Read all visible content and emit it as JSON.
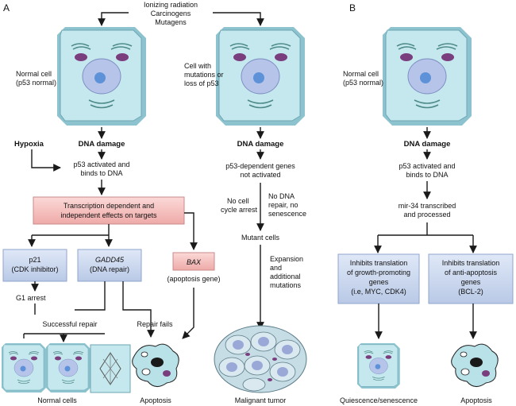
{
  "panel_a": "A",
  "panel_b": "B",
  "top_causes": [
    "Ionizing radiation",
    "Carcinogens",
    "Mutagens"
  ],
  "normal_cell_label": [
    "Normal cell",
    "(p53 normal)"
  ],
  "mutant_cell_label": [
    "Cell with",
    "mutations or",
    "loss of p53"
  ],
  "dna_damage": "DNA damage",
  "hypoxia": "Hypoxia",
  "p53_activated": [
    "p53 activated and",
    "binds to DNA"
  ],
  "transcription_box": [
    "Transcription dependent and",
    "independent effects on targets"
  ],
  "p21_box": [
    "p21",
    "(CDK inhibitor)"
  ],
  "gadd45_box": [
    "GADD45",
    "(DNA repair)"
  ],
  "bax_box": "BAX",
  "bax_caption": "(apoptosis gene)",
  "g1_arrest": "G1 arrest",
  "successful_repair": "Successful repair",
  "repair_fails": "Repair fails",
  "normal_cells": "Normal cells",
  "apoptosis": "Apoptosis",
  "genes_not_activated": [
    "p53-dependent genes",
    "not activated"
  ],
  "no_arrest": [
    "No cell",
    "cycle arrest"
  ],
  "no_repair": [
    "No DNA",
    "repair, no",
    "senescence"
  ],
  "mutant_cells": "Mutant cells",
  "expansion": [
    "Expansion",
    "and",
    "additional",
    "mutations"
  ],
  "malignant_tumor": "Malignant tumor",
  "mir34": [
    "mir-34 transcribed",
    "and processed"
  ],
  "inhibit_growth_box": [
    "Inhibits translation",
    "of growth-promoting",
    "genes",
    "(i.e, MYC, CDK4)"
  ],
  "inhibit_apoptosis_box": [
    "Inhibits translation",
    "of anti-apoptosis",
    "genes",
    "(BCL-2)"
  ],
  "quiescence": "Quiescence/senescence",
  "colors": {
    "cell_fill": "#bfe6ec",
    "cell_shade": "#7fb7c3",
    "nucleus": "#b9c6ea",
    "nucleolus": "#5b8fd6",
    "mito": "#7a3d7e",
    "pink_box": "#f6c4c2",
    "blue_box": "#cdd9ef"
  }
}
